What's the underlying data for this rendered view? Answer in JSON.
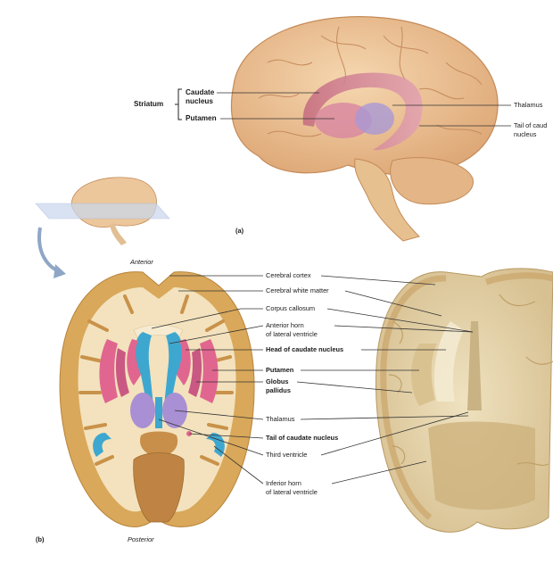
{
  "panel_a": {
    "caption": "(a)",
    "labels": {
      "striatum": "Striatum",
      "caudate_nucleus": "Caudate\nnucleus",
      "putamen": "Putamen",
      "thalamus": "Thalamus",
      "tail_of_caudate": "Tail of caud\nnucleus"
    }
  },
  "panel_b": {
    "caption": "(b)",
    "orientation": {
      "anterior": "Anterior",
      "posterior": "Posterior"
    },
    "labels": {
      "cerebral_cortex": "Cerebral cortex",
      "cerebral_white_matter": "Cerebral white matter",
      "corpus_callosum": "Corpus callosum",
      "anterior_horn": "Anterior horn\nof lateral ventricle",
      "head_of_caudate": "Head of caudate nucleus",
      "putamen": "Putamen",
      "globus_pallidus": "Globus\npallidus",
      "thalamus": "Thalamus",
      "tail_of_caudate": "Tail of caudate nucleus",
      "third_ventricle": "Third ventricle",
      "inferior_horn": "Inferior horn\nof lateral ventricle"
    }
  },
  "colors": {
    "cortex": "#d9a85a",
    "white_matter": "#f3e2bd",
    "caudate_pink": "#e0668f",
    "ventricle_blue": "#3ea7cf",
    "thalamus_purple": "#a98fd3",
    "photo_tissue": "#e8d7b0"
  }
}
